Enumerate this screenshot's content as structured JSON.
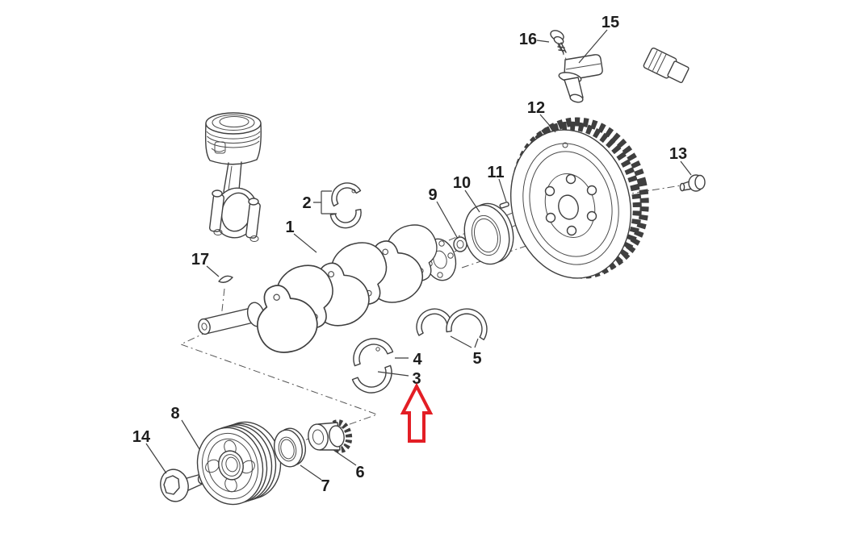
{
  "diagram": {
    "type": "exploded-parts-diagram",
    "background": "#ffffff",
    "colors": {
      "line": "#3f3f3f",
      "label": "#1d1d1d"
    },
    "callouts": [
      {
        "number": "1"
      },
      {
        "number": "2"
      },
      {
        "number": "3"
      },
      {
        "number": "4"
      },
      {
        "number": "5"
      },
      {
        "number": "6"
      },
      {
        "number": "7"
      },
      {
        "number": "8"
      },
      {
        "number": "9"
      },
      {
        "number": "10"
      },
      {
        "number": "11"
      },
      {
        "number": "12"
      },
      {
        "number": "13"
      },
      {
        "number": "14"
      },
      {
        "number": "15"
      },
      {
        "number": "16"
      },
      {
        "number": "17"
      }
    ],
    "highlight": {
      "shape": "block-arrow-up",
      "points_to": "3",
      "color": "#e31e25"
    }
  }
}
